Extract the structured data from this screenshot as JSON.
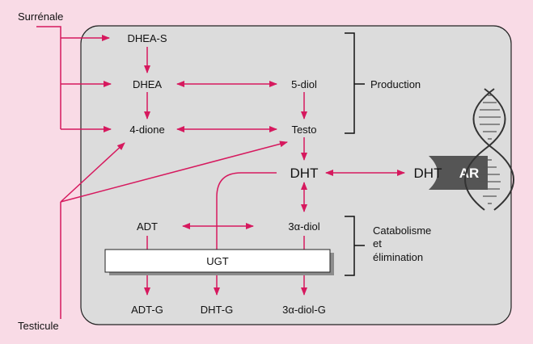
{
  "sources": {
    "surrenale": "Surrénale",
    "testicule": "Testicule"
  },
  "nodes": {
    "dheas": "DHEA-S",
    "dhea": "DHEA",
    "diol5": "5-diol",
    "dione4": "4-dione",
    "testo": "Testo",
    "dht": "DHT",
    "adt": "ADT",
    "diol3a": "3α-diol",
    "adtg": "ADT-G",
    "dhtg": "DHT-G",
    "diol3ag": "3α-diol-G"
  },
  "receptor": {
    "dht": "DHT",
    "ar": "AR"
  },
  "enzyme": "UGT",
  "phases": {
    "production": "Production",
    "catabolism_lines": [
      "Catabolisme",
      "et",
      "élimination"
    ]
  },
  "colors": {
    "background": "#f9dbe6",
    "cell": "#dcdcdc",
    "arrow": "#d6195e",
    "receptor": "#555555"
  },
  "icons": {
    "dna": "dna-helix-icon"
  }
}
